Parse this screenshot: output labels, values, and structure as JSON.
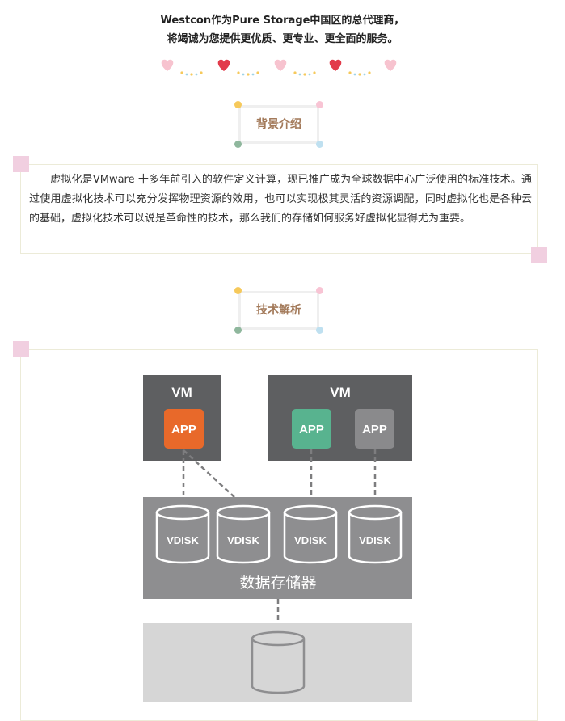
{
  "intro": {
    "line1": "Westcon作为Pure Storage中国区的总代理商，",
    "line2": "将竭诚为您提供更优质、更专业、更全面的服务。"
  },
  "sections": {
    "background": {
      "title": "背景介绍",
      "paragraph": "虚拟化是VMware 十多年前引入的软件定义计算，现已推广成为全球数据中心广泛使用的标准技术。通过使用虚拟化技术可以充分发挥物理资源的效用，也可以实现极其灵活的资源调配，同时虚拟化也是各种云的基础，虚拟化技术可以说是革命性的技术，那么我们的存储如何服务好虚拟化显得尤为重要。"
    },
    "tech": {
      "title": "技术解析"
    }
  },
  "diagram": {
    "vm_left_label": "VM",
    "vm_right_label": "VM",
    "app_labels": [
      "APP",
      "APP",
      "APP"
    ],
    "vdisk_labels": [
      "VDISK",
      "VDISK",
      "VDISK",
      "VDISK"
    ],
    "storage_label": "数据存储器"
  },
  "colors": {
    "vm_box": "#5e5f61",
    "storage_box": "#8e8e90",
    "physical_box": "#d6d6d6",
    "app_orange": "#e8692a",
    "app_green": "#58b38f",
    "app_grey": "#8a8a8c",
    "title_text": "#a37a5a",
    "corner_pink": "#f1cfe0",
    "heart_pink": "#f7c3cf",
    "heart_red": "#e23b4b"
  },
  "icons": [
    "heart-icon",
    "database-cylinder-icon",
    "dashed-connector"
  ]
}
